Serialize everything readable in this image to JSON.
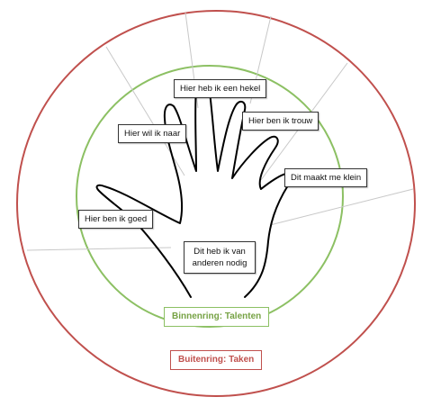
{
  "colors": {
    "outer_ring": "#c0504d",
    "inner_ring": "#8cc063",
    "inner_label_text": "#76a244",
    "outer_label_text": "#c0504d",
    "outline": "#000000",
    "spoke": "#c8c8c8"
  },
  "labels": {
    "hekel": "Hier heb ik een hekel",
    "trouw": "Hier ben ik trouw",
    "naar": "Hier wil ik naar",
    "klein": "Dit maakt me klein",
    "goed": "Hier ben ik goed",
    "nodig_line1": "Dit heb ik van",
    "nodig_line2": "anderen nodig"
  },
  "rings": {
    "inner": "Binnenring: Talenten",
    "outer": "Buitenring: Taken"
  }
}
